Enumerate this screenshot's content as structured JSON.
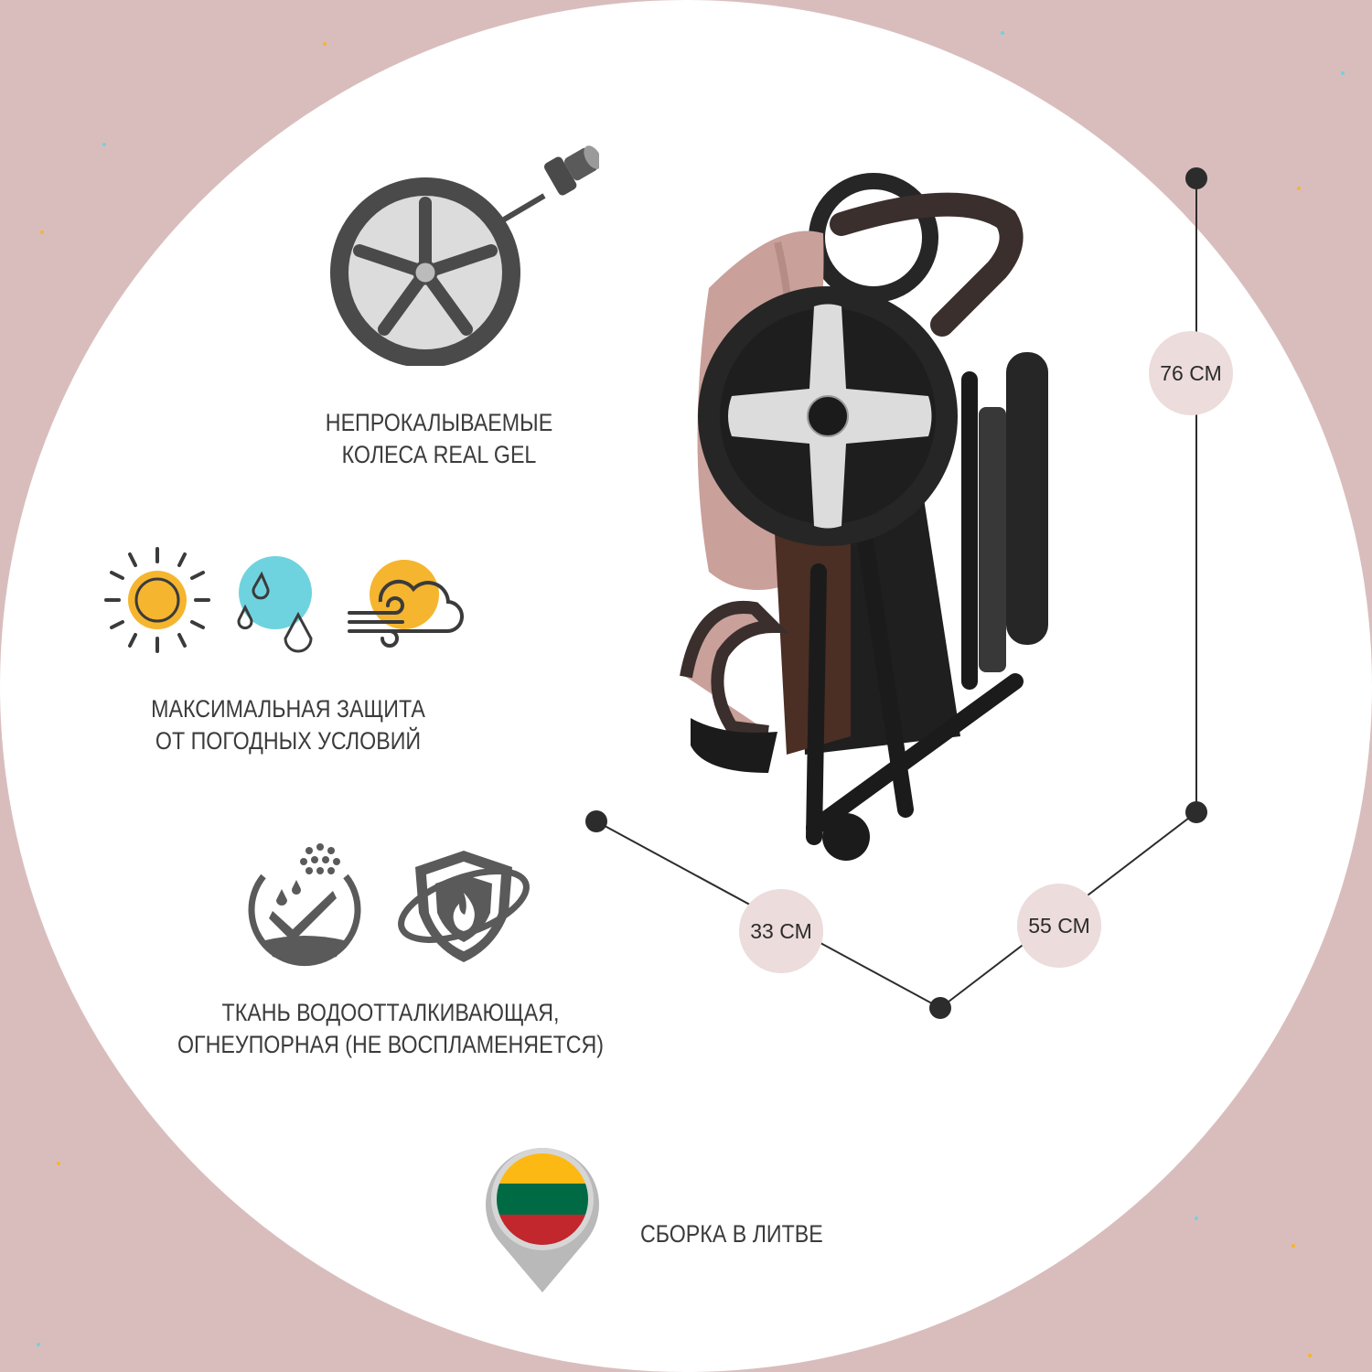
{
  "features": {
    "wheels": {
      "line1": "НЕПРОКАЛЫВАЕМЫЕ",
      "line2": "КОЛЕСА REAL GEL",
      "icon": "gel-wheel-icon"
    },
    "weather": {
      "line1": "МАКСИМАЛЬНАЯ ЗАЩИТА",
      "line2": "ОТ ПОГОДНЫХ УСЛОВИЙ",
      "icons": [
        "sun-icon",
        "rain-drops-icon",
        "wind-cloud-icon"
      ]
    },
    "fabric": {
      "line1": "ТКАНЬ ВОДООТТАЛКИВАЮЩАЯ,",
      "line2": "ОГНЕУПОРНАЯ (НЕ ВОСПЛАМЕНЯЕТСЯ)",
      "icons": [
        "water-repellent-icon",
        "fire-shield-icon"
      ]
    }
  },
  "dimensions": {
    "height": "76 СМ",
    "depth": "33 СМ",
    "width": "55 СМ"
  },
  "origin": {
    "label": "СБОРКА В ЛИТВЕ",
    "flag_colors": [
      "#fdb913",
      "#006a44",
      "#c1272d"
    ]
  },
  "colors": {
    "background": "#d9bdbd",
    "bubble": "#ecdcdc",
    "text": "#3b3b3b",
    "accent_yellow": "#f5b52e",
    "accent_cyan": "#6fd3df",
    "icon_gray": "#5a5a5a",
    "fabric_pink": "#c9a09a"
  }
}
